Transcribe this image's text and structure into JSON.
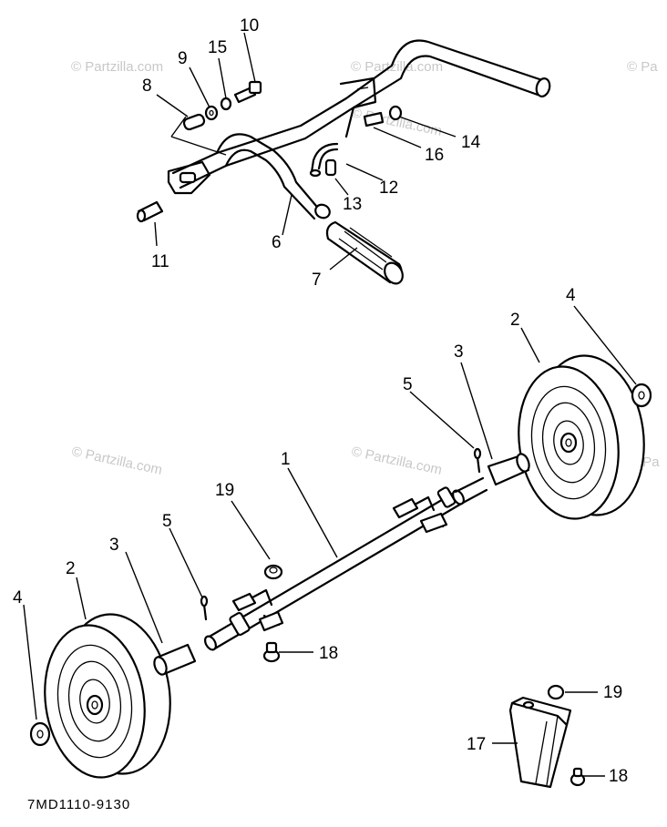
{
  "drawing_code": "7MD1110-9130",
  "watermarks": {
    "w1": "© Partzilla.com",
    "w2": "© Partzilla.com",
    "w3": "© Partzilla.com",
    "w4": "© Partzilla.com",
    "w5": "© Partzilla.com",
    "w6": "© Pa",
    "w7": "© Pa"
  },
  "part_labels": {
    "p1": "1",
    "p2a": "2",
    "p2b": "2",
    "p3a": "3",
    "p3b": "3",
    "p4a": "4",
    "p4b": "4",
    "p5a": "5",
    "p5b": "5",
    "p6": "6",
    "p7": "7",
    "p8": "8",
    "p9": "9",
    "p10": "10",
    "p11": "11",
    "p12": "12",
    "p13": "13",
    "p14": "14",
    "p15": "15",
    "p16": "16",
    "p17": "17",
    "p18a": "18",
    "p18b": "18",
    "p19a": "19",
    "p19b": "19"
  },
  "colors": {
    "ink": "#000000",
    "watermark": "#c8c8c8",
    "background": "#ffffff"
  }
}
